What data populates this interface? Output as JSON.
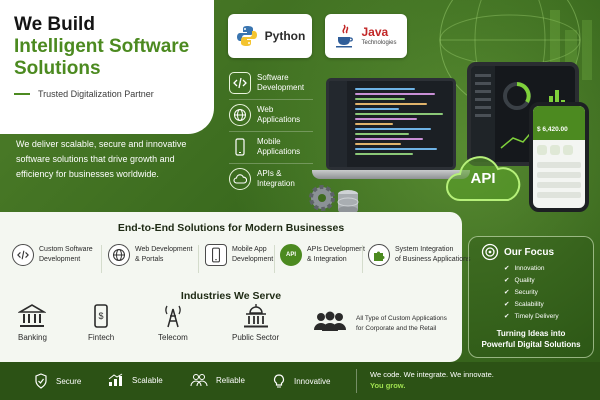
{
  "hero": {
    "line1": "We Build",
    "line2": "Intelligent Software",
    "line3": "Solutions",
    "tagline": "Trusted Digitalization Partner",
    "desc_lines": [
      "We deliver scalable, secure and innovative",
      "software solutions that drive growth and",
      "efficiency for businesses worldwide."
    ]
  },
  "logos": {
    "python": "Python",
    "java": "Java",
    "java_sub": "Technologies"
  },
  "services": [
    {
      "icon": "code-icon",
      "line1": "Software",
      "line2": "Development"
    },
    {
      "icon": "globe-icon",
      "line1": "Web",
      "line2": "Applications"
    },
    {
      "icon": "mobile-icon",
      "line1": "Mobile",
      "line2": "Applications"
    },
    {
      "icon": "cloud-icon",
      "line1": "APIs &",
      "line2": "Integration"
    }
  ],
  "devices": {
    "api_label": "API",
    "phone_amount": "$ 6,420.00"
  },
  "solutions": {
    "title": "End-to-End Solutions for Modern Businesses",
    "items": [
      {
        "icon": "code-icon",
        "line1": "Custom Software",
        "line2": "Development"
      },
      {
        "icon": "globe-icon",
        "line1": "Web Development",
        "line2": "& Portals"
      },
      {
        "icon": "mobile-icon",
        "line1": "Mobile App",
        "line2": "Development"
      },
      {
        "icon": "api-icon",
        "icon_text": "API",
        "line1": "APIs Development",
        "line2": "& Integration"
      },
      {
        "icon": "puzzle-icon",
        "line1": "System Integration",
        "line2": "of Business Applications"
      }
    ]
  },
  "industries": {
    "title": "Industries We Serve",
    "items": [
      {
        "icon": "bank-icon",
        "label": "Banking"
      },
      {
        "icon": "fintech-icon",
        "label": "Fintech"
      },
      {
        "icon": "tower-icon",
        "label": "Telecom"
      },
      {
        "icon": "capitol-icon",
        "label": "Public Sector"
      }
    ],
    "custom_line1": "All Type of Custom Applications",
    "custom_line2": "for Corporate and the Retail"
  },
  "focus": {
    "title": "Our Focus",
    "items": [
      "Innovation",
      "Quality",
      "Security",
      "Scalability",
      "Timely Delivery"
    ],
    "tagline1": "Turning Ideas into",
    "tagline2": "Powerful Digital Solutions"
  },
  "bottom": {
    "items": [
      {
        "icon": "shield-icon",
        "label": "Secure"
      },
      {
        "icon": "growth-icon",
        "label": "Scalable"
      },
      {
        "icon": "people-icon",
        "label": "Reliable"
      },
      {
        "icon": "bulb-icon",
        "label": "Innovative"
      }
    ],
    "tag1": "We code. We integrate. We innovate.",
    "tag2": "You grow."
  },
  "colors": {
    "brand_green": "#4c8a20",
    "dark_green": "#2c5215",
    "accent_lime": "#9fe04f"
  }
}
